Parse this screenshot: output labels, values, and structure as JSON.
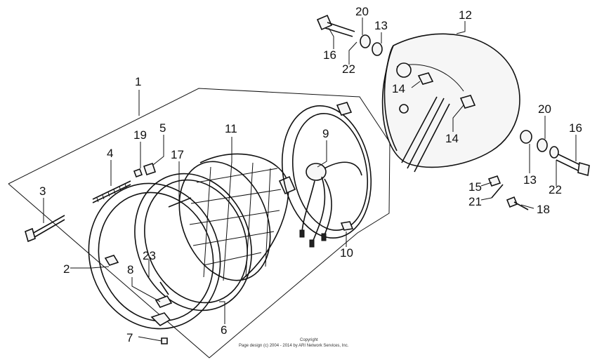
{
  "callouts": [
    {
      "id": "c1",
      "text": "1"
    },
    {
      "id": "c2",
      "text": "2"
    },
    {
      "id": "c3",
      "text": "3"
    },
    {
      "id": "c4",
      "text": "4"
    },
    {
      "id": "c5",
      "text": "5"
    },
    {
      "id": "c6",
      "text": "6"
    },
    {
      "id": "c7",
      "text": "7"
    },
    {
      "id": "c8",
      "text": "8"
    },
    {
      "id": "c9",
      "text": "9"
    },
    {
      "id": "c10",
      "text": "10"
    },
    {
      "id": "c11",
      "text": "11"
    },
    {
      "id": "c12",
      "text": "12"
    },
    {
      "id": "c13a",
      "text": "13"
    },
    {
      "id": "c13b",
      "text": "13"
    },
    {
      "id": "c14a",
      "text": "14"
    },
    {
      "id": "c14b",
      "text": "14"
    },
    {
      "id": "c15",
      "text": "15"
    },
    {
      "id": "c16a",
      "text": "16"
    },
    {
      "id": "c16b",
      "text": "16"
    },
    {
      "id": "c17",
      "text": "17"
    },
    {
      "id": "c18",
      "text": "18"
    },
    {
      "id": "c19",
      "text": "19"
    },
    {
      "id": "c20a",
      "text": "20"
    },
    {
      "id": "c20b",
      "text": "20"
    },
    {
      "id": "c21",
      "text": "21"
    },
    {
      "id": "c22a",
      "text": "22"
    },
    {
      "id": "c22b",
      "text": "22"
    },
    {
      "id": "c23",
      "text": "23"
    }
  ],
  "footer": {
    "copyright_label": "Copyright",
    "copyright_line": "Page design (c) 2004 - 2014 by ARI Network Services, Inc."
  }
}
